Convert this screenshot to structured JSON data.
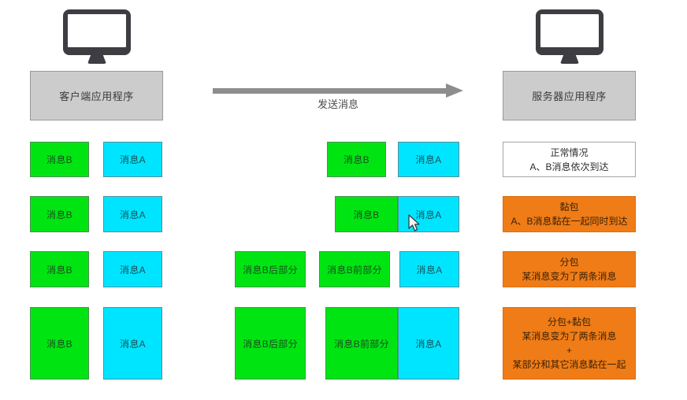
{
  "diagram": {
    "title_flow": "发送消息",
    "client": {
      "label": "客户端应用程序",
      "icon": "monitor-icon"
    },
    "server": {
      "label": "服务器应用程序",
      "icon": "monitor-icon"
    },
    "colors": {
      "message_b": "#00e512",
      "message_a": "#00e5ff",
      "app_box": "#cccccc",
      "arrow": "#8d8d8d",
      "status_warn": "#f07c17",
      "status_normal": "#ffffff"
    },
    "rows": [
      {
        "id": "row-normal",
        "client_packets": [
          {
            "label": "消息B",
            "kind": "b"
          },
          {
            "label": "消息A",
            "kind": "a"
          }
        ],
        "wire_packets": [
          {
            "label": "消息B",
            "kind": "b"
          },
          {
            "label": "消息A",
            "kind": "a"
          }
        ],
        "status": {
          "kind": "normal",
          "lines": [
            "正常情况",
            "A、B消息依次到达"
          ]
        }
      },
      {
        "id": "row-sticky",
        "client_packets": [
          {
            "label": "消息B",
            "kind": "b"
          },
          {
            "label": "消息A",
            "kind": "a"
          }
        ],
        "wire_packets": [
          {
            "label": "消息B",
            "kind": "b"
          },
          {
            "label": "消息A",
            "kind": "a"
          }
        ],
        "status": {
          "kind": "warn",
          "lines": [
            "黏包",
            "A、B消息黏在一起同时到达"
          ]
        }
      },
      {
        "id": "row-split",
        "client_packets": [
          {
            "label": "消息B",
            "kind": "b"
          },
          {
            "label": "消息A",
            "kind": "a"
          }
        ],
        "wire_packets": [
          {
            "label": "消息B后部分",
            "kind": "b"
          },
          {
            "label": "消息B前部分",
            "kind": "b"
          },
          {
            "label": "消息A",
            "kind": "a"
          }
        ],
        "status": {
          "kind": "warn",
          "lines": [
            "分包",
            "某消息变为了两条消息"
          ]
        }
      },
      {
        "id": "row-split-sticky",
        "client_packets": [
          {
            "label": "消息B",
            "kind": "b"
          },
          {
            "label": "消息A",
            "kind": "a"
          }
        ],
        "wire_packets": [
          {
            "label": "消息B后部分",
            "kind": "b"
          },
          {
            "label": "消息B前部分",
            "kind": "b"
          },
          {
            "label": "消息A",
            "kind": "a"
          }
        ],
        "status": {
          "kind": "warn",
          "lines": [
            "分包+黏包",
            "某消息变为了两条消息",
            "+",
            "某部分和其它消息黏在一起"
          ]
        }
      }
    ]
  }
}
